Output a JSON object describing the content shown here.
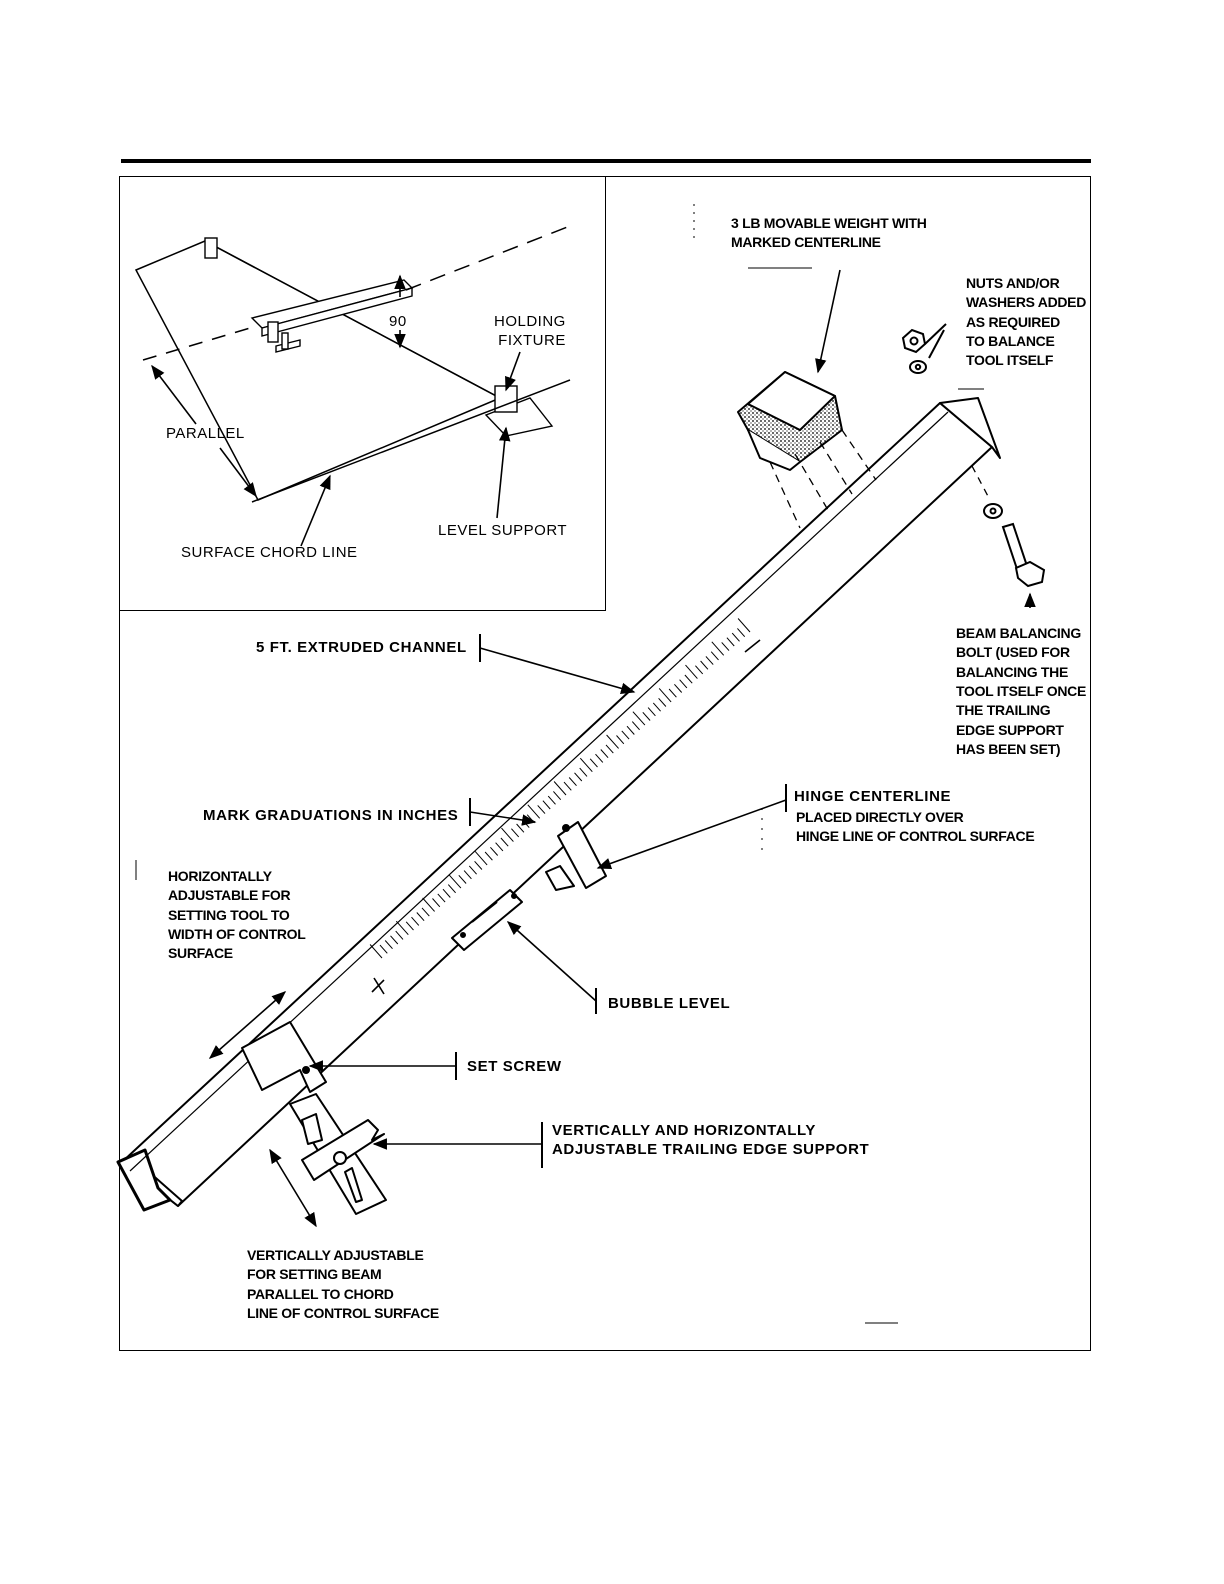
{
  "labels": {
    "inset_angle": "90",
    "holding_fixture": "HOLDING\nFIXTURE",
    "parallel": "PARALLEL",
    "level_support": "LEVEL SUPPORT",
    "surface_chord_line": "SURFACE CHORD LINE",
    "movable_weight": "3 LB MOVABLE WEIGHT WITH\nMARKED CENTERLINE",
    "nuts_washers": "NUTS AND/OR\nWASHERS ADDED\nAS REQUIRED\nTO BALANCE\nTOOL ITSELF",
    "extruded_channel": "5 FT. EXTRUDED CHANNEL",
    "beam_balancing_bolt": "BEAM BALANCING\nBOLT (USED FOR\nBALANCING THE\nTOOL ITSELF ONCE\nTHE TRAILING\nEDGE SUPPORT\nHAS BEEN SET)",
    "hinge_centerline": "HINGE CENTERLINE",
    "hinge_centerline_note": "PLACED DIRECTLY OVER\nHINGE LINE OF CONTROL SURFACE",
    "mark_graduations": "MARK GRADUATIONS IN INCHES",
    "horizontally_adjustable": "HORIZONTALLY\nADJUSTABLE FOR\nSETTING TOOL TO\nWIDTH OF CONTROL\nSURFACE",
    "bubble_level": "BUBBLE LEVEL",
    "set_screw": "SET SCREW",
    "trailing_edge_support": "VERTICALLY AND HORIZONTALLY\nADJUSTABLE TRAILING EDGE SUPPORT",
    "vertically_adjustable": "VERTICALLY ADJUSTABLE\nFOR SETTING BEAM\nPARALLEL TO CHORD\nLINE OF CONTROL SURFACE"
  },
  "colors": {
    "ink": "#000000",
    "paper": "#ffffff"
  }
}
